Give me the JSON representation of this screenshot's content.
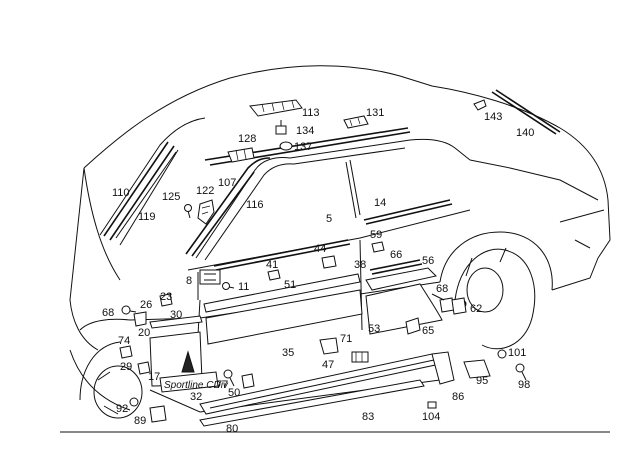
{
  "labels": [
    {
      "id": "p113",
      "text": "113"
    },
    {
      "id": "p131",
      "text": "131"
    },
    {
      "id": "p134",
      "text": "134"
    },
    {
      "id": "p128",
      "text": "128"
    },
    {
      "id": "p137",
      "text": "137"
    },
    {
      "id": "p143",
      "text": "143"
    },
    {
      "id": "p140",
      "text": "140"
    },
    {
      "id": "p110",
      "text": "110"
    },
    {
      "id": "p125",
      "text": "125"
    },
    {
      "id": "p122",
      "text": "122"
    },
    {
      "id": "p107",
      "text": "107"
    },
    {
      "id": "p119",
      "text": "119"
    },
    {
      "id": "p116",
      "text": "116"
    },
    {
      "id": "p5",
      "text": "5"
    },
    {
      "id": "p14",
      "text": "14"
    },
    {
      "id": "p59",
      "text": "59"
    },
    {
      "id": "p44",
      "text": "44"
    },
    {
      "id": "p66",
      "text": "66"
    },
    {
      "id": "p56",
      "text": "56"
    },
    {
      "id": "p41",
      "text": "41"
    },
    {
      "id": "p8",
      "text": "8"
    },
    {
      "id": "p11",
      "text": "11"
    },
    {
      "id": "p51",
      "text": "51"
    },
    {
      "id": "p38",
      "text": "38"
    },
    {
      "id": "p68r",
      "text": "68"
    },
    {
      "id": "p23",
      "text": "23"
    },
    {
      "id": "p68l",
      "text": "68"
    },
    {
      "id": "p26",
      "text": "26"
    },
    {
      "id": "p30",
      "text": "30"
    },
    {
      "id": "p62",
      "text": "62"
    },
    {
      "id": "p20",
      "text": "20"
    },
    {
      "id": "p53",
      "text": "53"
    },
    {
      "id": "p65",
      "text": "65"
    },
    {
      "id": "p74",
      "text": "74"
    },
    {
      "id": "p71",
      "text": "71"
    },
    {
      "id": "p35",
      "text": "35"
    },
    {
      "id": "p29",
      "text": "29"
    },
    {
      "id": "p101",
      "text": "101"
    },
    {
      "id": "p47",
      "text": "47"
    },
    {
      "id": "p17",
      "text": "17"
    },
    {
      "id": "p77",
      "text": "77"
    },
    {
      "id": "p95",
      "text": "95"
    },
    {
      "id": "p98",
      "text": "98"
    },
    {
      "id": "p50",
      "text": "50"
    },
    {
      "id": "p32",
      "text": "32"
    },
    {
      "id": "p86",
      "text": "86"
    },
    {
      "id": "p92",
      "text": "92"
    },
    {
      "id": "p89",
      "text": "89"
    },
    {
      "id": "p83",
      "text": "83"
    },
    {
      "id": "p104",
      "text": "104"
    },
    {
      "id": "p80",
      "text": "80"
    }
  ],
  "badge_text": "Sportline CDiv"
}
